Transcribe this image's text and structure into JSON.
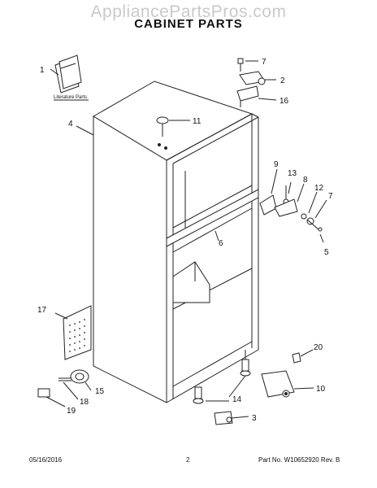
{
  "header": {
    "watermark": "AppliancePartsPros.com",
    "title": "CABINET PARTS"
  },
  "literature_label": "Literature Parts",
  "callouts": [
    "1",
    "2",
    "3",
    "4",
    "5",
    "6",
    "7",
    "7",
    "8",
    "9",
    "10",
    "11",
    "12",
    "13",
    "14",
    "15",
    "16",
    "17",
    "18",
    "19",
    "20"
  ],
  "footer": {
    "date": "05/16/2016",
    "page": "2",
    "part_no": "Part No.  W10652920  Rev. B"
  },
  "colors": {
    "line": "#222222",
    "watermark": "#c9c9c9",
    "grill": "#555555"
  }
}
